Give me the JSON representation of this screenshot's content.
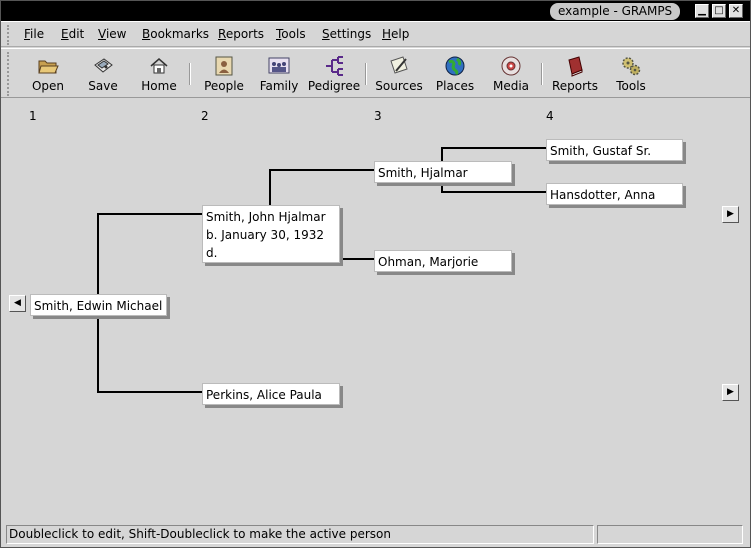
{
  "window": {
    "title": "example - GRAMPS"
  },
  "menu": [
    "File",
    "Edit",
    "View",
    "Bookmarks",
    "Reports",
    "Tools",
    "Settings",
    "Help"
  ],
  "menu_mnemonics": [
    "F",
    "E",
    "V",
    "B",
    "R",
    "T",
    "S",
    "H"
  ],
  "toolbar": [
    {
      "label": "Open",
      "icon": "folder-open-icon"
    },
    {
      "label": "Save",
      "icon": "save-disk-icon"
    },
    {
      "label": "Home",
      "icon": "home-icon"
    },
    {
      "label": "People",
      "icon": "person-portrait-icon"
    },
    {
      "label": "Family",
      "icon": "family-icon"
    },
    {
      "label": "Pedigree",
      "icon": "pedigree-tree-icon"
    },
    {
      "label": "Sources",
      "icon": "sources-pen-icon"
    },
    {
      "label": "Places",
      "icon": "globe-icon"
    },
    {
      "label": "Media",
      "icon": "media-disc-icon"
    },
    {
      "label": "Reports",
      "icon": "book-icon"
    },
    {
      "label": "Tools",
      "icon": "gears-icon"
    }
  ],
  "pedigree": {
    "generations": [
      "1",
      "2",
      "3",
      "4"
    ],
    "people": {
      "edwin": "Smith, Edwin Michael",
      "john": [
        "Smith, John Hjalmar",
        "b. January 30, 1932",
        "d."
      ],
      "alice": "Perkins, Alice Paula",
      "hjalmar": "Smith, Hjalmar",
      "marjorie": "Ohman, Marjorie",
      "gustaf": "Smith, Gustaf Sr.",
      "anna": "Hansdotter, Anna"
    }
  },
  "status": {
    "text": "Doubleclick to edit, Shift-Doubleclick to make the active person"
  }
}
